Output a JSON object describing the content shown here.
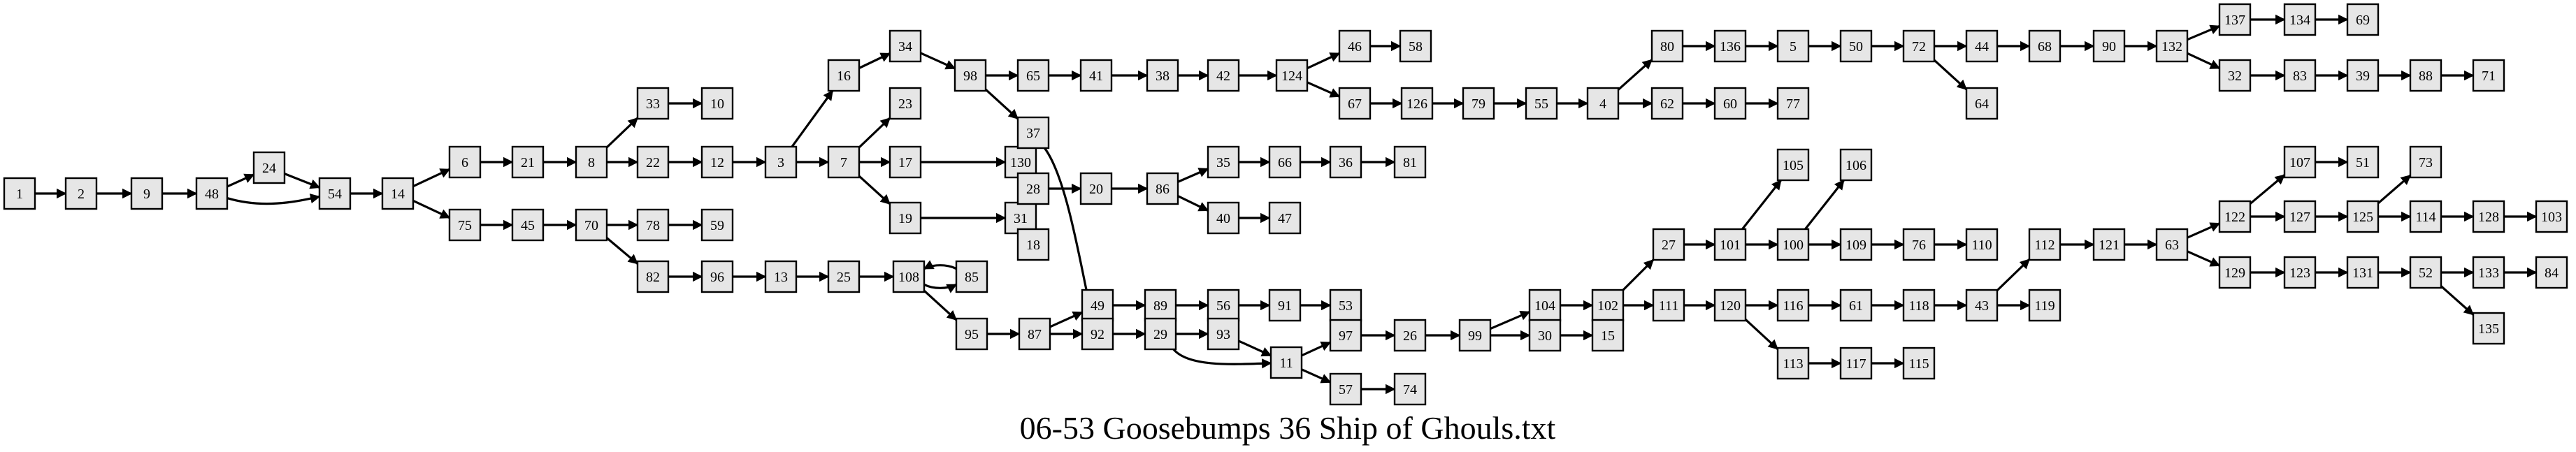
{
  "caption": "06-53 Goosebumps 36 Ship of Ghouls.txt",
  "colors": {
    "node_fill": "#e6e6e6",
    "stroke": "#000000"
  },
  "nodes": [
    "1",
    "2",
    "9",
    "48",
    "24",
    "54",
    "14",
    "6",
    "75",
    "21",
    "45",
    "8",
    "70",
    "33",
    "22",
    "78",
    "82",
    "10",
    "12",
    "59",
    "96",
    "3",
    "13",
    "16",
    "7",
    "25",
    "34",
    "23",
    "17",
    "19",
    "108",
    "85",
    "95",
    "98",
    "130",
    "31",
    "87",
    "65",
    "37",
    "28",
    "18",
    "49",
    "92",
    "41",
    "20",
    "89",
    "29",
    "38",
    "86",
    "56",
    "93",
    "42",
    "35",
    "40",
    "91",
    "11",
    "124",
    "66",
    "47",
    "53",
    "97",
    "57",
    "46",
    "67",
    "36",
    "26",
    "74",
    "58",
    "126",
    "81",
    "99",
    "79",
    "104",
    "30",
    "55",
    "102",
    "15",
    "4",
    "27",
    "111",
    "80",
    "62",
    "101",
    "120",
    "136",
    "60",
    "105",
    "100",
    "116",
    "113",
    "5",
    "77",
    "106",
    "109",
    "61",
    "117",
    "50",
    "76",
    "118",
    "115",
    "72",
    "110",
    "43",
    "44",
    "64",
    "112",
    "119",
    "68",
    "121",
    "90",
    "63",
    "132",
    "122",
    "129",
    "137",
    "32",
    "107",
    "127",
    "123",
    "134",
    "83",
    "51",
    "125",
    "131",
    "69",
    "39",
    "73",
    "114",
    "52",
    "88",
    "128",
    "133",
    "135",
    "71",
    "103",
    "84"
  ],
  "edges": [
    [
      "1",
      "2"
    ],
    [
      "2",
      "9"
    ],
    [
      "9",
      "48"
    ],
    [
      "48",
      "24"
    ],
    [
      "48",
      "54"
    ],
    [
      "24",
      "54"
    ],
    [
      "54",
      "14"
    ],
    [
      "14",
      "6"
    ],
    [
      "14",
      "75"
    ],
    [
      "6",
      "21"
    ],
    [
      "21",
      "8"
    ],
    [
      "8",
      "33"
    ],
    [
      "8",
      "22"
    ],
    [
      "33",
      "10"
    ],
    [
      "22",
      "12"
    ],
    [
      "12",
      "3"
    ],
    [
      "3",
      "16"
    ],
    [
      "3",
      "7"
    ],
    [
      "16",
      "34"
    ],
    [
      "34",
      "98"
    ],
    [
      "98",
      "65"
    ],
    [
      "98",
      "37"
    ],
    [
      "65",
      "41"
    ],
    [
      "41",
      "38"
    ],
    [
      "38",
      "42"
    ],
    [
      "42",
      "124"
    ],
    [
      "124",
      "46"
    ],
    [
      "124",
      "67"
    ],
    [
      "46",
      "58"
    ],
    [
      "67",
      "126"
    ],
    [
      "126",
      "79"
    ],
    [
      "79",
      "55"
    ],
    [
      "55",
      "4"
    ],
    [
      "4",
      "80"
    ],
    [
      "4",
      "62"
    ],
    [
      "80",
      "136"
    ],
    [
      "136",
      "5"
    ],
    [
      "5",
      "50"
    ],
    [
      "50",
      "72"
    ],
    [
      "72",
      "44"
    ],
    [
      "72",
      "64"
    ],
    [
      "44",
      "68"
    ],
    [
      "68",
      "90"
    ],
    [
      "90",
      "132"
    ],
    [
      "132",
      "137"
    ],
    [
      "132",
      "32"
    ],
    [
      "137",
      "134"
    ],
    [
      "134",
      "69"
    ],
    [
      "32",
      "83"
    ],
    [
      "83",
      "39"
    ],
    [
      "39",
      "88"
    ],
    [
      "88",
      "71"
    ],
    [
      "62",
      "60"
    ],
    [
      "60",
      "77"
    ],
    [
      "7",
      "23"
    ],
    [
      "7",
      "17"
    ],
    [
      "7",
      "19"
    ],
    [
      "17",
      "130"
    ],
    [
      "19",
      "31"
    ],
    [
      "31",
      "28"
    ],
    [
      "31",
      "18"
    ],
    [
      "28",
      "20"
    ],
    [
      "20",
      "86"
    ],
    [
      "86",
      "35"
    ],
    [
      "86",
      "40"
    ],
    [
      "35",
      "66"
    ],
    [
      "66",
      "36"
    ],
    [
      "36",
      "81"
    ],
    [
      "40",
      "47"
    ],
    [
      "37",
      "92"
    ],
    [
      "75",
      "45"
    ],
    [
      "45",
      "70"
    ],
    [
      "70",
      "78"
    ],
    [
      "70",
      "82"
    ],
    [
      "78",
      "59"
    ],
    [
      "82",
      "96"
    ],
    [
      "96",
      "13"
    ],
    [
      "13",
      "25"
    ],
    [
      "25",
      "108"
    ],
    [
      "108",
      "85"
    ],
    [
      "85",
      "108"
    ],
    [
      "108",
      "95"
    ],
    [
      "95",
      "87"
    ],
    [
      "87",
      "49"
    ],
    [
      "87",
      "92"
    ],
    [
      "49",
      "89"
    ],
    [
      "89",
      "56"
    ],
    [
      "56",
      "91"
    ],
    [
      "91",
      "53"
    ],
    [
      "92",
      "29"
    ],
    [
      "29",
      "93"
    ],
    [
      "29",
      "11"
    ],
    [
      "93",
      "11"
    ],
    [
      "11",
      "97"
    ],
    [
      "11",
      "57"
    ],
    [
      "57",
      "74"
    ],
    [
      "97",
      "26"
    ],
    [
      "26",
      "99"
    ],
    [
      "99",
      "104"
    ],
    [
      "99",
      "30"
    ],
    [
      "30",
      "15"
    ],
    [
      "104",
      "102"
    ],
    [
      "102",
      "27"
    ],
    [
      "102",
      "111"
    ],
    [
      "27",
      "101"
    ],
    [
      "101",
      "105"
    ],
    [
      "101",
      "100"
    ],
    [
      "100",
      "106"
    ],
    [
      "100",
      "109"
    ],
    [
      "109",
      "76"
    ],
    [
      "76",
      "110"
    ],
    [
      "111",
      "120"
    ],
    [
      "120",
      "116"
    ],
    [
      "120",
      "113"
    ],
    [
      "116",
      "61"
    ],
    [
      "61",
      "118"
    ],
    [
      "118",
      "43"
    ],
    [
      "43",
      "112"
    ],
    [
      "43",
      "119"
    ],
    [
      "112",
      "121"
    ],
    [
      "121",
      "63"
    ],
    [
      "63",
      "122"
    ],
    [
      "63",
      "129"
    ],
    [
      "122",
      "107"
    ],
    [
      "122",
      "127"
    ],
    [
      "107",
      "51"
    ],
    [
      "127",
      "125"
    ],
    [
      "125",
      "73"
    ],
    [
      "125",
      "114"
    ],
    [
      "114",
      "128"
    ],
    [
      "128",
      "103"
    ],
    [
      "129",
      "123"
    ],
    [
      "123",
      "131"
    ],
    [
      "131",
      "52"
    ],
    [
      "52",
      "133"
    ],
    [
      "52",
      "135"
    ],
    [
      "133",
      "84"
    ],
    [
      "113",
      "117"
    ],
    [
      "117",
      "115"
    ]
  ]
}
